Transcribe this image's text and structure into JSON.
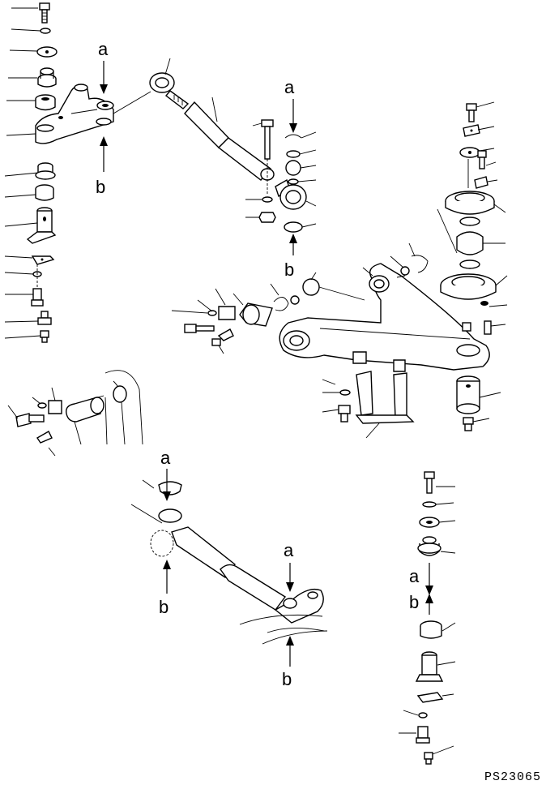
{
  "diagram": {
    "drawing_code": "PS23065",
    "callouts": {
      "a1": "a",
      "b1": "b",
      "a2": "a",
      "b2": "b",
      "a3": "a",
      "b3": "b",
      "a4": "a",
      "b4": "b",
      "a5": "a",
      "b5": "b"
    },
    "colors": {
      "line": "#000000",
      "background": "#ffffff"
    }
  }
}
